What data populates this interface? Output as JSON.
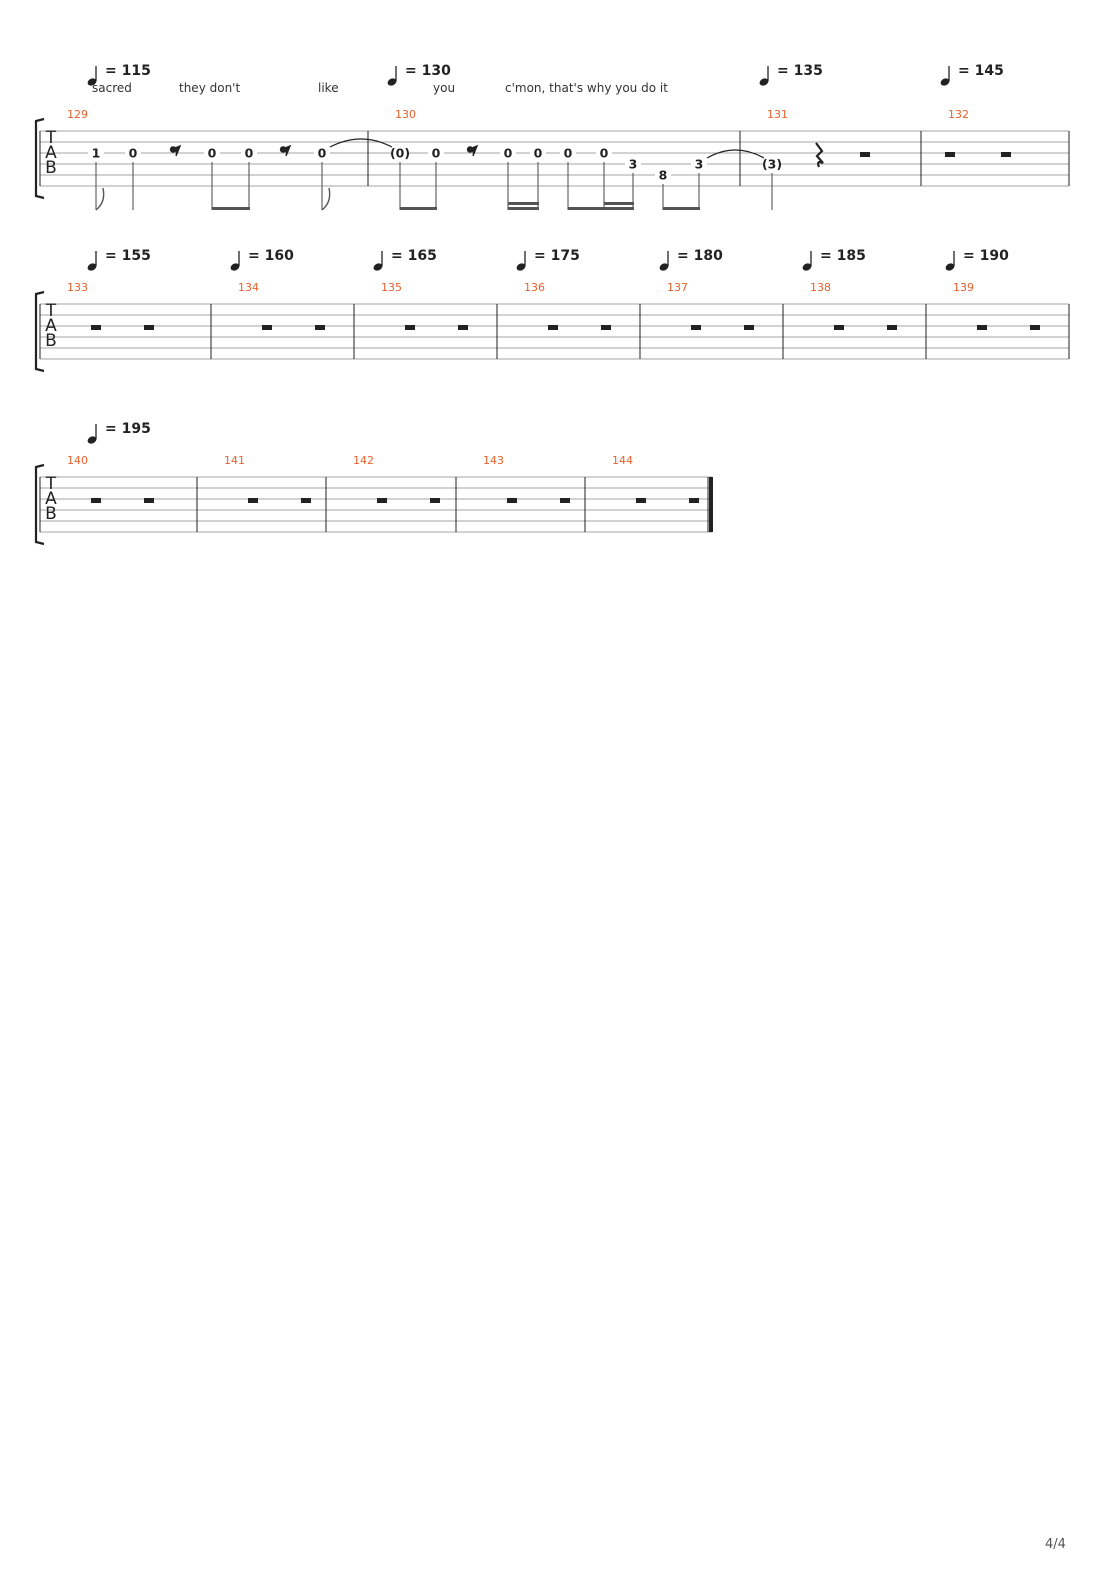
{
  "page": {
    "number": "4/4"
  },
  "colors": {
    "measure_number": "#e8612c",
    "ink": "#222222",
    "staff_line": "#888888"
  },
  "systems": [
    {
      "tempos": [
        "= 115",
        "= 130",
        "= 135",
        "= 145"
      ],
      "lyrics": [
        "sacred",
        "they don't",
        "like",
        "you",
        "c'mon, that's why you do  it"
      ],
      "measures": [
        {
          "number": "129",
          "notes": [
            {
              "fret": "1",
              "string": 3
            },
            {
              "fret": "0",
              "string": 3
            },
            {
              "fret": "0",
              "string": 3
            },
            {
              "fret": "0",
              "string": 3
            },
            {
              "fret": "0",
              "string": 3
            }
          ]
        },
        {
          "number": "130",
          "notes": [
            {
              "fret": "(0)",
              "string": 3
            },
            {
              "fret": "0",
              "string": 3
            },
            {
              "fret": "0",
              "string": 3
            },
            {
              "fret": "0",
              "string": 3
            },
            {
              "fret": "0",
              "string": 3
            },
            {
              "fret": "0",
              "string": 3
            },
            {
              "fret": "3",
              "string": 4
            },
            {
              "fret": "8",
              "string": 5
            },
            {
              "fret": "3",
              "string": 4
            }
          ]
        },
        {
          "number": "131",
          "notes": [
            {
              "fret": "(3)",
              "string": 4
            }
          ]
        },
        {
          "number": "132",
          "notes": []
        }
      ]
    },
    {
      "tempos": [
        "= 155",
        "= 160",
        "= 165",
        "= 175",
        "= 180",
        "= 185",
        "= 190"
      ],
      "lyrics": [],
      "measures": [
        {
          "number": "133",
          "notes": []
        },
        {
          "number": "134",
          "notes": []
        },
        {
          "number": "135",
          "notes": []
        },
        {
          "number": "136",
          "notes": []
        },
        {
          "number": "137",
          "notes": []
        },
        {
          "number": "138",
          "notes": []
        },
        {
          "number": "139",
          "notes": []
        }
      ]
    },
    {
      "tempos": [
        "= 195"
      ],
      "lyrics": [],
      "measures": [
        {
          "number": "140",
          "notes": []
        },
        {
          "number": "141",
          "notes": []
        },
        {
          "number": "142",
          "notes": []
        },
        {
          "number": "143",
          "notes": []
        },
        {
          "number": "144",
          "notes": []
        }
      ]
    }
  ],
  "clef": [
    "T",
    "A",
    "B"
  ]
}
